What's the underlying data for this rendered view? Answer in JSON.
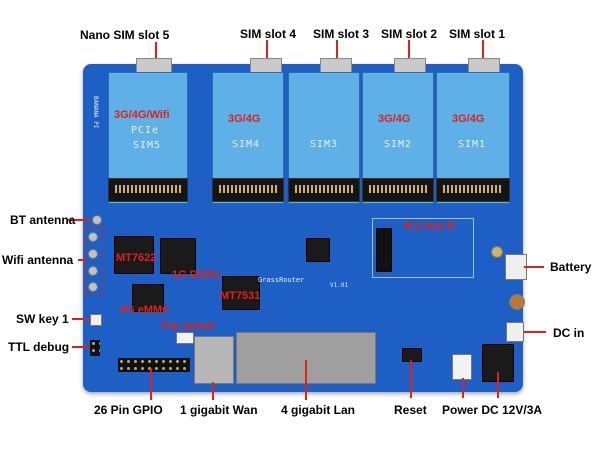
{
  "labels": {
    "nano_sim5": "Nano SIM slot 5",
    "sim4": "SIM slot 4",
    "sim3": "SIM slot 3",
    "sim2": "SIM slot 2",
    "sim1": "SIM slot  1",
    "bt_antenna": "BT antenna",
    "wifi_antenna": "Wifi antenna",
    "sw_key": "SW key 1",
    "ttl_debug": "TTL debug",
    "battery": "Battery",
    "dc_in": "DC in",
    "gpio": "26 Pin GPIO",
    "wan": "1 gigabit Wan",
    "lan": "4 gigabit Lan",
    "reset": "Reset",
    "power": "Power DC 12V/3A"
  },
  "board_text": {
    "card5_red": "3G/4G/Wifi",
    "card5_pcie": "PCIe",
    "card5_sim": "SIM5",
    "card4_red": "3G/4G",
    "card4_sim": "SIM4",
    "card3_sim": "SIM3",
    "card2_red": "3G/4G",
    "card2_sim": "SIM2",
    "card1_red": "3G/4G",
    "card1_sim": "SIM1",
    "m2": "M.2 key B",
    "mt7622": "MT7622",
    "ddr3": "1G DDR3",
    "mt7531": "MT7531",
    "emmc": "8G eMMC",
    "fan": "Fan power",
    "brand": "GrassRouter",
    "model": "BANANA PI",
    "version": "V1.01"
  },
  "colors": {
    "board": "#1d5fc4",
    "card": "#5fb0e6",
    "annotation": "#e0201a"
  }
}
